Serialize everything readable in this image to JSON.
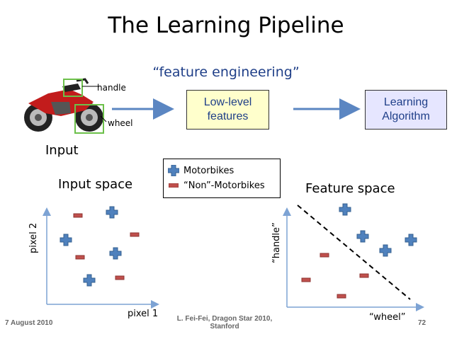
{
  "slide": {
    "title": "The Learning Pipeline",
    "feature_engineering": "“feature engineering”",
    "input_label": "Input",
    "handle_label": "handle",
    "wheel_label": "wheel",
    "lowlevel_line1": "Low-level",
    "lowlevel_line2": "features",
    "learning_line1": "Learning",
    "learning_line2": "Algorithm",
    "input_space": "Input space",
    "feature_space": "Feature space",
    "legend": {
      "motorbikes": "Motorbikes",
      "non_motorbikes": "“Non”-Motorbikes"
    },
    "input_plot": {
      "xlabel": "pixel 1",
      "ylabel": "pixel 2"
    },
    "feature_plot": {
      "xlabel": "“wheel”",
      "ylabel": "“handle”"
    },
    "footer": {
      "date": "7 August 2010",
      "author_line1": "L. Fei-Fei, Dragon Star 2010,",
      "author_line2": "Stanford",
      "page": "72"
    }
  },
  "colors": {
    "plus": "#4f81bd",
    "minus": "#c0504d",
    "axis": "#7da3d4",
    "arrow": "#5b86c2",
    "green_box": "#6cc04a"
  }
}
